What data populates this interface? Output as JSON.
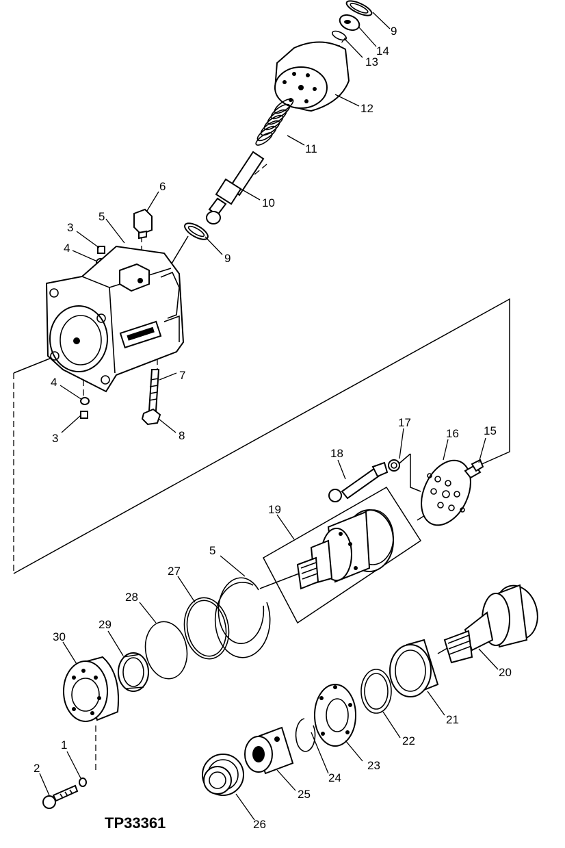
{
  "figure_id": "TP33361",
  "callouts": {
    "c9a": "9",
    "c14": "14",
    "c13": "13",
    "c12": "12",
    "c11": "11",
    "c10": "10",
    "c6": "6",
    "c5a": "5",
    "c3a": "3",
    "c4a": "4",
    "c9b": "9",
    "c7": "7",
    "c4b": "4",
    "c3b": "3",
    "c8": "8",
    "c17": "17",
    "c16": "16",
    "c15": "15",
    "c18": "18",
    "c19": "19",
    "c5b": "5",
    "c27": "27",
    "c28": "28",
    "c29": "29",
    "c30": "30",
    "c20": "20",
    "c21": "21",
    "c22": "22",
    "c23": "23",
    "c24": "24",
    "c25": "25",
    "c1": "1",
    "c2": "2",
    "c26": "26"
  }
}
